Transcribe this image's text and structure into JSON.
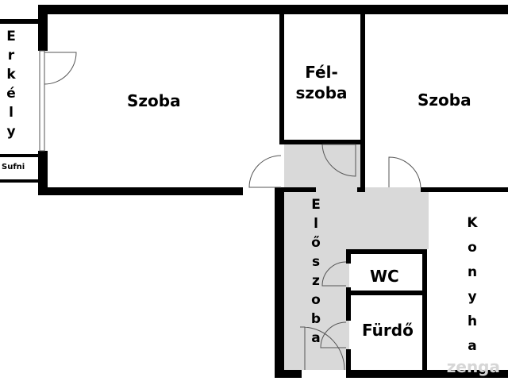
{
  "rooms": {
    "erkely": {
      "label": "Erkély",
      "letters": [
        "E",
        "r",
        "k",
        "é",
        "l",
        "y"
      ]
    },
    "sufni": {
      "label": "Sufni"
    },
    "szoba_left": {
      "label": "Szoba"
    },
    "felszoba": {
      "line1": "Fél-",
      "line2": "szoba"
    },
    "szoba_right": {
      "label": "Szoba"
    },
    "eloszoba": {
      "label": "Előszoba",
      "letters": [
        "E",
        "l",
        "ő",
        "s",
        "z",
        "o",
        "b",
        "a"
      ]
    },
    "wc": {
      "label": "WC"
    },
    "furdo": {
      "label": "Fürdő"
    },
    "konyha": {
      "label": "Konyha",
      "letters": [
        "K",
        "o",
        "n",
        "y",
        "h",
        "a"
      ]
    }
  },
  "watermark": {
    "text": "zenga"
  },
  "colors": {
    "wall": "#000000",
    "hallway": "#d9d9d9",
    "background": "#ffffff",
    "door": "#555555"
  }
}
